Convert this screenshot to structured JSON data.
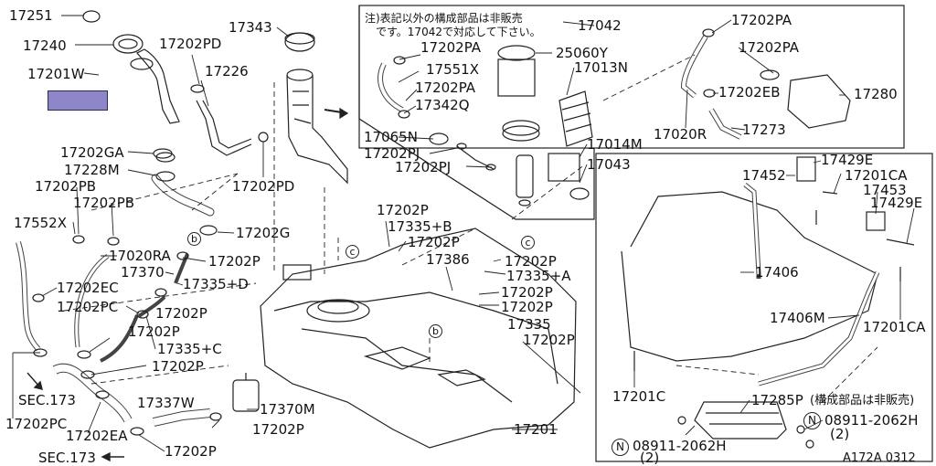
{
  "labels": {
    "p17251": "17251",
    "p17240": "17240",
    "p17201w": "17201W",
    "p17202pd_a": "17202PD",
    "p17226": "17226",
    "p17343": "17343",
    "p17202ga": "17202GA",
    "p17228m": "17228M",
    "p17202pb_a": "17202PB",
    "p17202pb_b": "17202PB",
    "p17202pd_b": "17202PD",
    "p17552x_a": "17552X",
    "p17020ra": "17020RA",
    "p17202g": "17202G",
    "p17202p_a": "17202P",
    "p17370": "17370",
    "p17335d": "17335+D",
    "p17202ec": "17202EC",
    "p17202pc_a": "17202PC",
    "p17202p_b": "17202P",
    "p17202p_c": "17202P",
    "p17335c": "17335+C",
    "p17202p_d": "17202P",
    "sec173_a": "SEC.173",
    "p17202pc_b": "17202PC",
    "p17337w": "17337W",
    "p17370m": "17370M",
    "p17202ea": "17202EA",
    "p17202p_e": "17202P",
    "sec173_b": "SEC.173",
    "p17202p_f": "17202P",
    "p17202p_g": "17202P",
    "p17335b": "17335+B",
    "p17202p_h": "17202P",
    "p17386": "17386",
    "p17202p_i": "17202P",
    "p17335a": "17335+A",
    "p17202p_j": "17202P",
    "p17202p_k": "17202P",
    "p17335": "17335",
    "p17202p_l": "17202P",
    "p17201": "17201",
    "p17202pa_a": "17202PA",
    "p25060y": "25060Y",
    "p17551x": "17551X",
    "p17013n": "17013N",
    "p17202pa_b": "17202PA",
    "p17342q": "17342Q",
    "p17065n": "17065N",
    "p17202pj_a": "17202PJ",
    "p17014m": "17014M",
    "p17202pj_b": "17202PJ",
    "p17043": "17043",
    "p17042": "17042",
    "p17202pa_c": "17202PA",
    "p17202pa_d": "17202PA",
    "p17202eb": "17202EB",
    "p17280": "17280",
    "p17020r": "17020R",
    "p17273": "17273",
    "p17429e_a": "17429E",
    "p17452": "17452",
    "p17201ca_a": "17201CA",
    "p17453": "17453",
    "p17429e_b": "17429E",
    "p17406": "17406",
    "p17406m": "17406M",
    "p17201ca_b": "17201CA",
    "p17201c": "17201C",
    "p17285p": "17285P",
    "p17285p_note": "(構成部品は非販売)",
    "p08911_a": "08911-2062H",
    "p08911_a_qty": "(2)",
    "p08911_b": "08911-2062H",
    "p08911_b_qty": "(2)",
    "n_mark": "N"
  },
  "note": {
    "line1": "注)表記以外の構成部品は非販売",
    "line2": "です。17042で対応して下さい。"
  },
  "callouts": {
    "b": "b",
    "c": "c"
  },
  "diagram_code": "A172A 0312"
}
